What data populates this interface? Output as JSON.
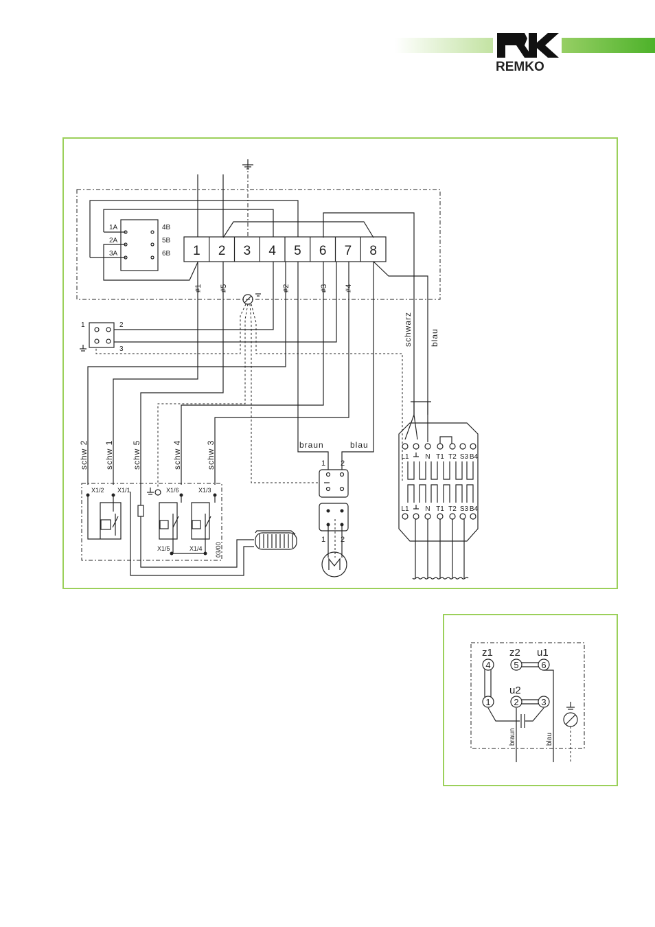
{
  "brand": {
    "logo_text": "REMKO",
    "accent": "#5cb82e",
    "frame_color": "#9bd05a"
  },
  "terminal_block": {
    "terminals": [
      "1",
      "2",
      "3",
      "4",
      "5",
      "6",
      "7",
      "8"
    ]
  },
  "wire_tags": [
    "#1",
    "#5",
    "#2",
    "#3",
    "#4"
  ],
  "relay": {
    "left_pins": [
      "1A",
      "2A",
      "3A"
    ],
    "right_pins": [
      "4B",
      "5B",
      "6B"
    ]
  },
  "small_connector": {
    "pins": [
      "1",
      "2",
      "3"
    ]
  },
  "cable_labels": {
    "schwarz": "schwarz",
    "blau": "blau",
    "braun": "braun",
    "blau2": "blau"
  },
  "switch_wires": [
    "schw 2",
    "schw 1",
    "schw 5",
    "schw 4",
    "schw 3"
  ],
  "switch_box": {
    "labels": [
      "X1/2",
      "X1/1",
      "X1/6",
      "X1/3",
      "X1/5",
      "X1/4"
    ],
    "code": "03/00"
  },
  "motor_plug": {
    "pins": [
      "1",
      "2"
    ]
  },
  "thermostat": {
    "top_terms": [
      "L1",
      "N",
      "T1",
      "T2",
      "S3",
      "B4"
    ],
    "bottom_terms": [
      "L1",
      "N",
      "T1",
      "T2",
      "S3",
      "B4"
    ]
  },
  "motor_diagram": {
    "labels": [
      "z1",
      "z2",
      "u1",
      "u2"
    ],
    "nodes": [
      "4",
      "5",
      "6",
      "1",
      "2",
      "3"
    ],
    "wires": [
      "braun",
      "blau"
    ]
  }
}
